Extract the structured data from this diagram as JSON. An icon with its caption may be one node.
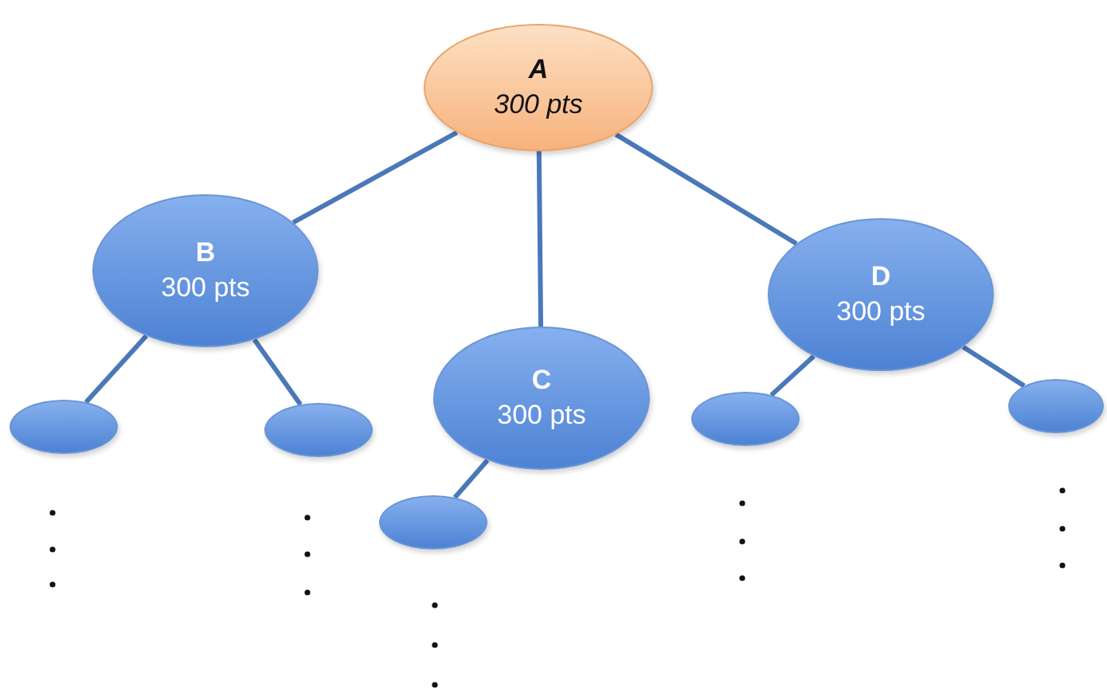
{
  "diagram": {
    "nodes": [
      {
        "text": [
          "A",
          "300 pts"
        ]
      },
      {
        "text": [
          "B",
          "300 pts"
        ]
      },
      {
        "text": [
          "C",
          "300 pts"
        ]
      },
      {
        "text": [
          "D",
          "300 pts"
        ]
      },
      {
        "text": [],
        "shape": "ellipse"
      },
      {
        "text": [],
        "shape": "ellipse"
      },
      {
        "text": [],
        "shape": "ellipse"
      },
      {
        "text": [],
        "shape": "ellipse"
      },
      {
        "text": [],
        "shape": "ellipse"
      }
    ],
    "edges": [
      {
        "from": 0,
        "to": 1,
        "arrow": "none"
      },
      {
        "from": 0,
        "to": 2,
        "arrow": "none"
      },
      {
        "from": 0,
        "to": 3,
        "arrow": "none"
      },
      {
        "from": 1,
        "to": 4,
        "arrow": "none"
      },
      {
        "from": 1,
        "to": 5,
        "arrow": "none"
      },
      {
        "from": 2,
        "to": 6,
        "arrow": "none"
      },
      {
        "from": 3,
        "to": 7,
        "arrow": "none"
      },
      {
        "from": 3,
        "to": 8,
        "arrow": "none"
      }
    ]
  }
}
